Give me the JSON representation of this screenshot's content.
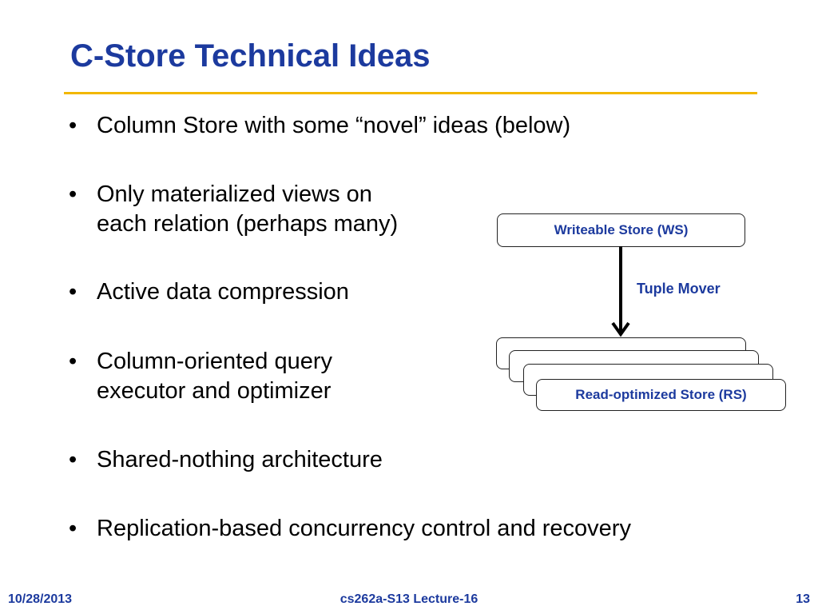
{
  "slide": {
    "title": "C-Store Technical Ideas",
    "accent_color": "#1c3a9e",
    "rule_color": "#f2b700",
    "bullet_glyph": "•",
    "bullets": [
      {
        "line1": "Column Store with some “novel” ideas (below)",
        "line2": ""
      },
      {
        "line1": "Only materialized views on",
        "line2": "each relation (perhaps many)"
      },
      {
        "line1": "Active data compression",
        "line2": ""
      },
      {
        "line1": "Column-oriented query",
        "line2": "executor and optimizer"
      },
      {
        "line1": "Shared-nothing architecture",
        "line2": ""
      },
      {
        "line1": "Replication-based concurrency control and recovery",
        "line2": ""
      }
    ]
  },
  "diagram": {
    "writeable_store_label": "Writeable Store (WS)",
    "tuple_mover_label": "Tuple Mover",
    "read_store_label": "Read-optimized Store (RS)",
    "read_store_copies": 4
  },
  "footer": {
    "date": "10/28/2013",
    "course": "cs262a-S13 Lecture-16",
    "page": "13"
  }
}
